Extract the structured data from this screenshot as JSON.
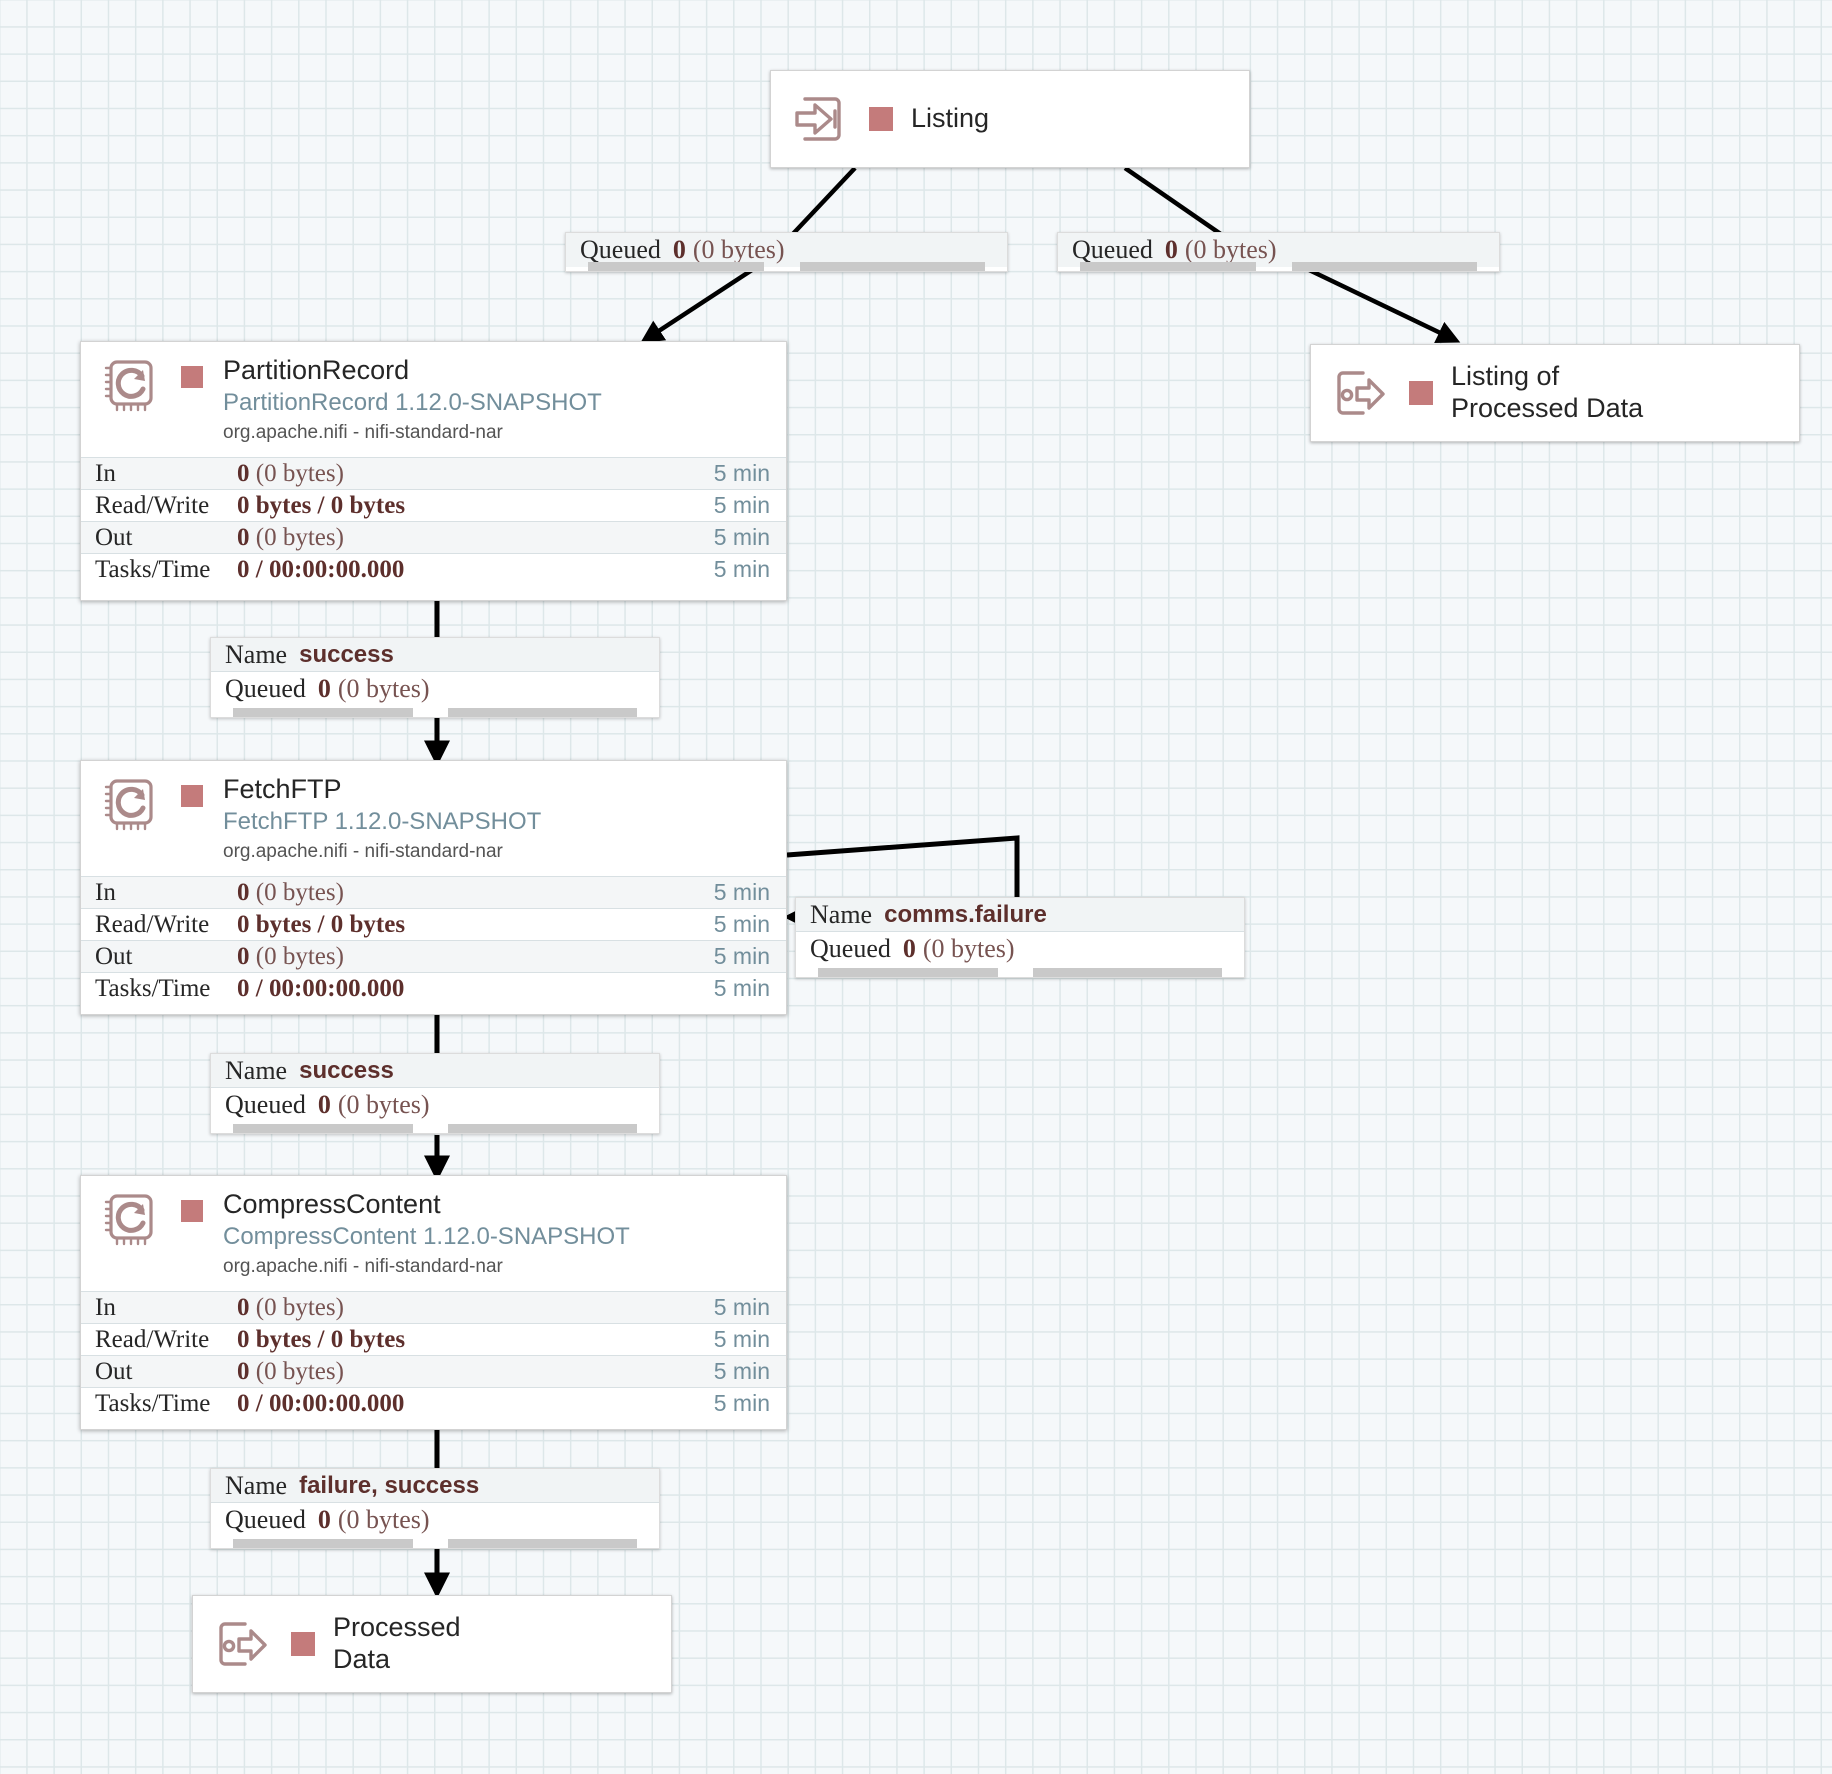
{
  "canvas": {
    "grid_color": "#dde7e9",
    "background_color": "#f5f8fa",
    "accent_status_color": "#c47b7b",
    "icon_color": "#ab8a8a",
    "type_text_color": "#728e9b",
    "value_text_color": "#5d2f2c"
  },
  "ports": [
    {
      "id": "listing-input-port",
      "icon": "input-port-icon",
      "label": "Listing",
      "status_color": "#c47b7b"
    },
    {
      "id": "listing-of-processed-data-output-port",
      "icon": "output-port-icon",
      "label": "Listing of\nProcessed Data",
      "status_color": "#c47b7b"
    },
    {
      "id": "processed-data-output-port",
      "icon": "output-port-icon",
      "label": "Processed\nData",
      "status_color": "#c47b7b"
    }
  ],
  "processors": [
    {
      "id": "partitionrecord",
      "name": "PartitionRecord",
      "type": "PartitionRecord 1.12.0-SNAPSHOT",
      "bundle": "org.apache.nifi - nifi-standard-nar",
      "status_color": "#c47b7b",
      "stats": [
        {
          "label": "In",
          "value": "0",
          "suffix": "(0 bytes)",
          "time": "5 min"
        },
        {
          "label": "Read/Write",
          "value": "0 bytes / 0 bytes",
          "suffix": "",
          "time": "5 min"
        },
        {
          "label": "Out",
          "value": "0",
          "suffix": "(0 bytes)",
          "time": "5 min"
        },
        {
          "label": "Tasks/Time",
          "value": "0 / 00:00:00.000",
          "suffix": "",
          "time": "5 min"
        }
      ]
    },
    {
      "id": "fetchftp",
      "name": "FetchFTP",
      "type": "FetchFTP 1.12.0-SNAPSHOT",
      "bundle": "org.apache.nifi - nifi-standard-nar",
      "status_color": "#c47b7b",
      "stats": [
        {
          "label": "In",
          "value": "0",
          "suffix": "(0 bytes)",
          "time": "5 min"
        },
        {
          "label": "Read/Write",
          "value": "0 bytes / 0 bytes",
          "suffix": "",
          "time": "5 min"
        },
        {
          "label": "Out",
          "value": "0",
          "suffix": "(0 bytes)",
          "time": "5 min"
        },
        {
          "label": "Tasks/Time",
          "value": "0 / 00:00:00.000",
          "suffix": "",
          "time": "5 min"
        }
      ]
    },
    {
      "id": "compresscontent",
      "name": "CompressContent",
      "type": "CompressContent 1.12.0-SNAPSHOT",
      "bundle": "org.apache.nifi - nifi-standard-nar",
      "status_color": "#c47b7b",
      "stats": [
        {
          "label": "In",
          "value": "0",
          "suffix": "(0 bytes)",
          "time": "5 min"
        },
        {
          "label": "Read/Write",
          "value": "0 bytes / 0 bytes",
          "suffix": "",
          "time": "5 min"
        },
        {
          "label": "Out",
          "value": "0",
          "suffix": "(0 bytes)",
          "time": "5 min"
        },
        {
          "label": "Tasks/Time",
          "value": "0 / 00:00:00.000",
          "suffix": "",
          "time": "5 min"
        }
      ]
    }
  ],
  "connections": [
    {
      "id": "listing-to-partitionrecord",
      "queued_key": "Queued",
      "queued_count": "0",
      "queued_bytes": "(0 bytes)"
    },
    {
      "id": "listing-to-listing-of-processed-data",
      "queued_key": "Queued",
      "queued_count": "0",
      "queued_bytes": "(0 bytes)"
    },
    {
      "id": "partitionrecord-to-fetchftp",
      "name_key": "Name",
      "name_value": "success",
      "queued_key": "Queued",
      "queued_count": "0",
      "queued_bytes": "(0 bytes)"
    },
    {
      "id": "fetchftp-comms-failure-loop",
      "name_key": "Name",
      "name_value": "comms.failure",
      "queued_key": "Queued",
      "queued_count": "0",
      "queued_bytes": "(0 bytes)"
    },
    {
      "id": "fetchftp-to-compresscontent",
      "name_key": "Name",
      "name_value": "success",
      "queued_key": "Queued",
      "queued_count": "0",
      "queued_bytes": "(0 bytes)"
    },
    {
      "id": "compresscontent-to-processed-data",
      "name_key": "Name",
      "name_value": "failure, success",
      "queued_key": "Queued",
      "queued_count": "0",
      "queued_bytes": "(0 bytes)"
    }
  ]
}
